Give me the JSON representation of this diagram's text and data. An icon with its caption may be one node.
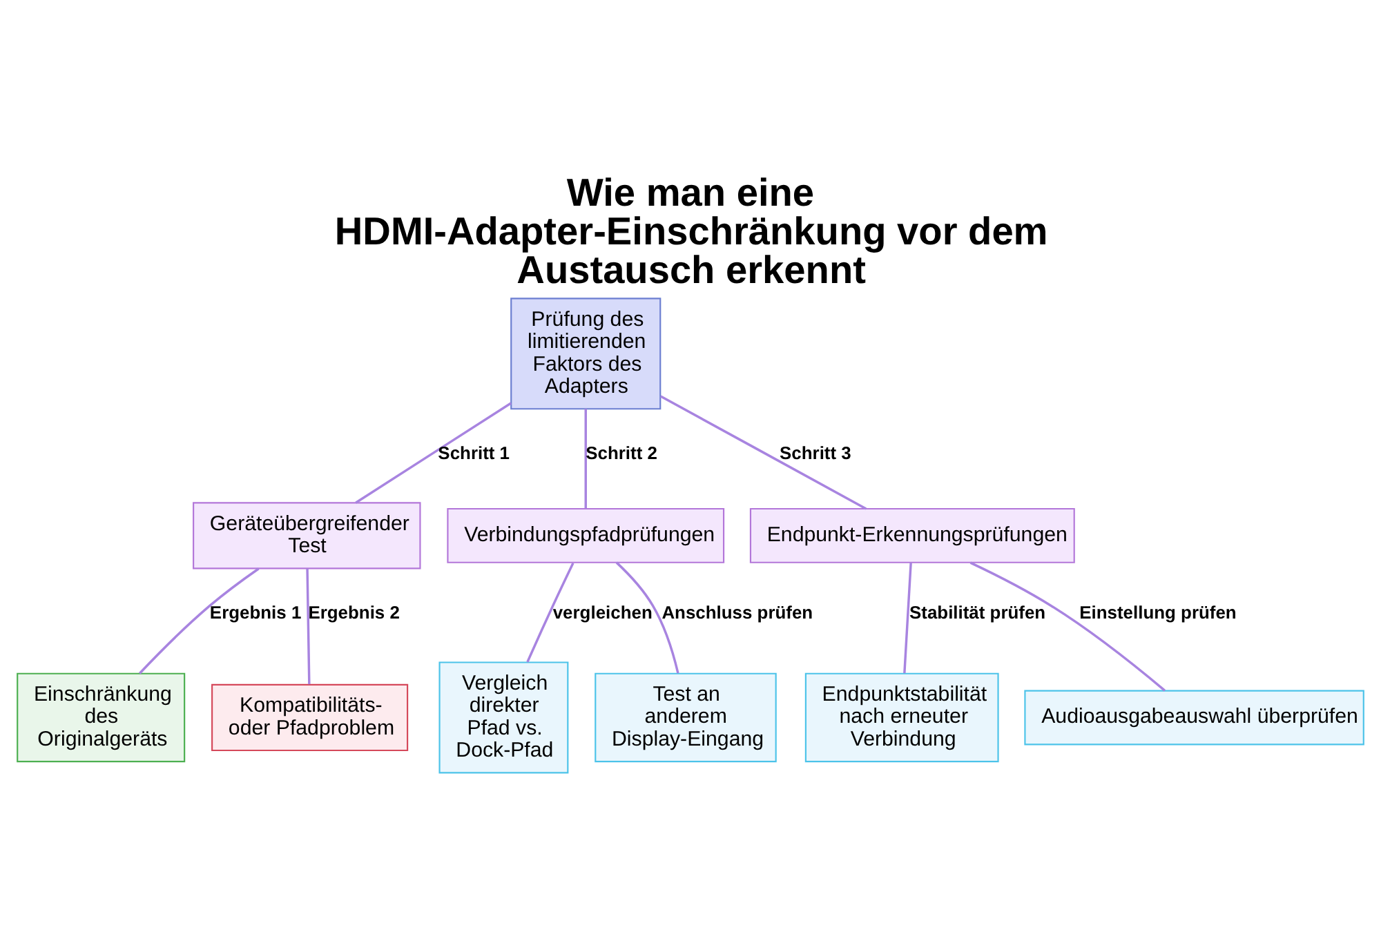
{
  "diagram": {
    "title": "Wie man eine HDMI-Adapter-Einschränkung vor dem Austausch erkennt",
    "nodes": [
      {
        "text": [
          "Prüfung des limitierenden Faktors des Adapters"
        ]
      },
      {
        "text": [
          "Geräteübergreifender Test"
        ]
      },
      {
        "text": [
          "Verbindungspfadprüfungen"
        ]
      },
      {
        "text": [
          "Endpunkt-Erkennungsprüfungen"
        ]
      },
      {
        "text": [
          "Einschränkung des Originalgeräts"
        ]
      },
      {
        "text": [
          "Kompatibilitäts- oder Pfadproblem"
        ]
      },
      {
        "text": [
          "Vergleich direkter Pfad vs. Dock-Pfad"
        ]
      },
      {
        "text": [
          "Test an anderem Display-Eingang"
        ]
      },
      {
        "text": [
          "Endpunktstabilität nach erneuter Verbindung"
        ]
      },
      {
        "text": [
          "Audioausgabeauswahl überprüfen"
        ]
      }
    ],
    "edges": [
      {
        "from": 0,
        "to": 1,
        "arrow": "none",
        "label": "Schritt 1"
      },
      {
        "from": 0,
        "to": 2,
        "arrow": "none",
        "label": "Schritt 2"
      },
      {
        "from": 0,
        "to": 3,
        "arrow": "none",
        "label": "Schritt 3"
      },
      {
        "from": 1,
        "to": 4,
        "arrow": "none",
        "label": "Ergebnis 1"
      },
      {
        "from": 1,
        "to": 5,
        "arrow": "none",
        "label": "Ergebnis 2"
      },
      {
        "from": 2,
        "to": 6,
        "arrow": "none",
        "label": "vergleichen"
      },
      {
        "from": 2,
        "to": 7,
        "arrow": "none",
        "label": "Anschluss prüfen"
      },
      {
        "from": 3,
        "to": 8,
        "arrow": "none",
        "label": "Stabilität prüfen"
      },
      {
        "from": 3,
        "to": 9,
        "arrow": "none",
        "label": "Einstellung prüfen"
      }
    ]
  }
}
